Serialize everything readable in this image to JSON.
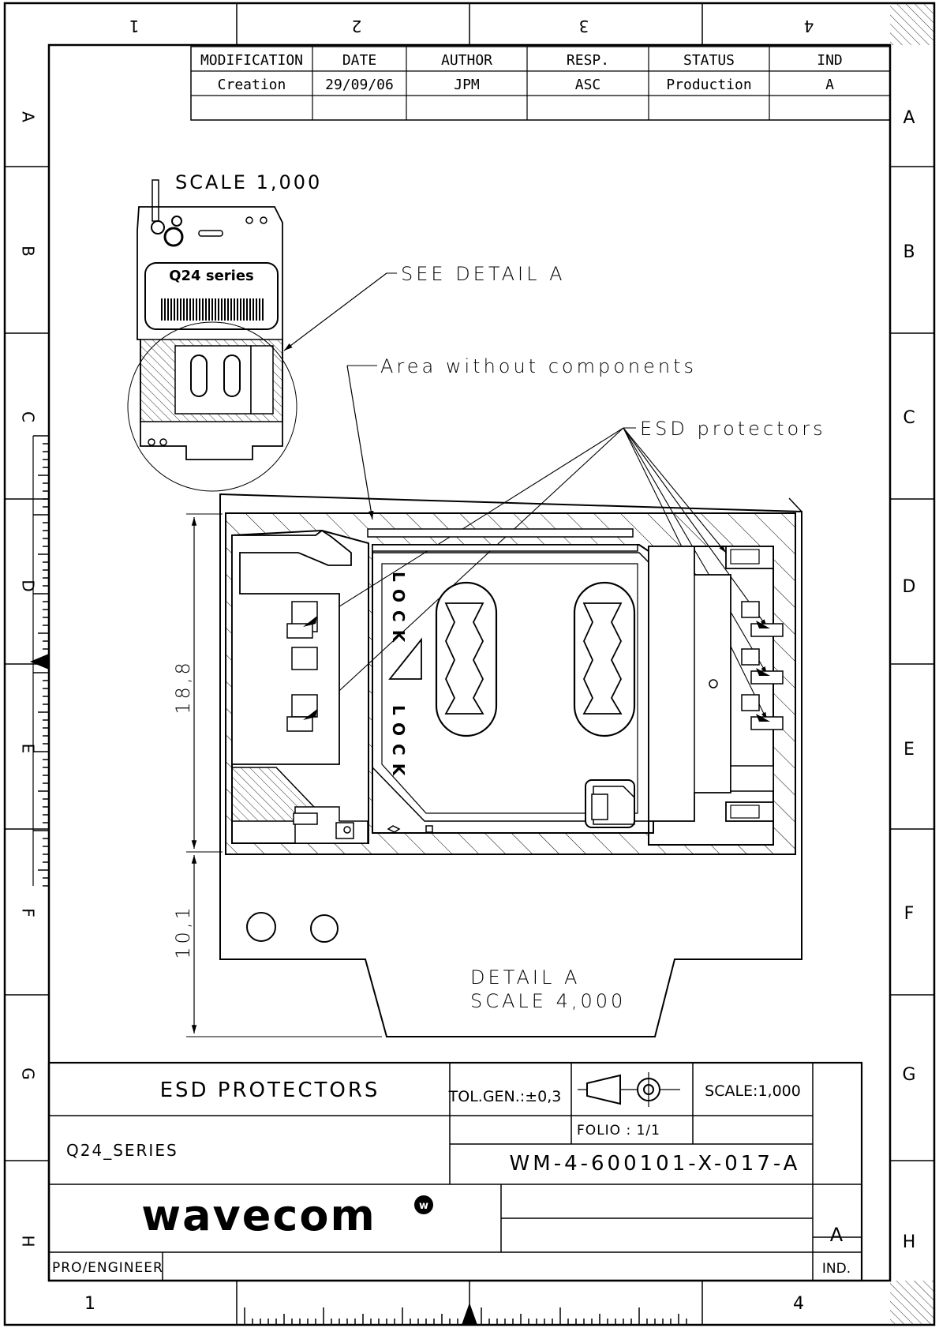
{
  "frame": {
    "col_labels_top": [
      "1",
      "2",
      "3",
      "4"
    ],
    "col_labels_bottom": [
      "1",
      "4"
    ],
    "row_labels": [
      "A",
      "B",
      "C",
      "D",
      "E",
      "F",
      "G",
      "H"
    ]
  },
  "revision_table": {
    "headers": [
      "MODIFICATION",
      "DATE",
      "AUTHOR",
      "RESP.",
      "STATUS",
      "IND"
    ],
    "rows": [
      [
        "Creation",
        "29/09/06",
        "JPM",
        "ASC",
        "Production",
        "A"
      ]
    ]
  },
  "overview": {
    "scale_label": "SCALE 1,000",
    "label_text": "Q24 series"
  },
  "callouts": {
    "see_detail": "SEE DETAIL A",
    "area_without": "Area without components",
    "esd_protectors": "ESD protectors"
  },
  "detail": {
    "lock_top": "LOCK",
    "lock_bottom": "LOCK",
    "dim_height": "18,8",
    "dim_lower": "10,1",
    "caption_line1": "DETAIL A",
    "caption_line2": "SCALE 4,000"
  },
  "title_block": {
    "title": "ESD PROTECTORS",
    "tolerance": "TOL.GEN.:±0,3",
    "scale": "SCALE:1,000",
    "folio": "FOLIO : 1/1",
    "product": "Q24_SERIES",
    "drawing_number": "WM-4-600101-X-017-A",
    "company": "wavecom",
    "index_value": "A",
    "index_label": "IND.",
    "software": "PRO/ENGINEER"
  }
}
